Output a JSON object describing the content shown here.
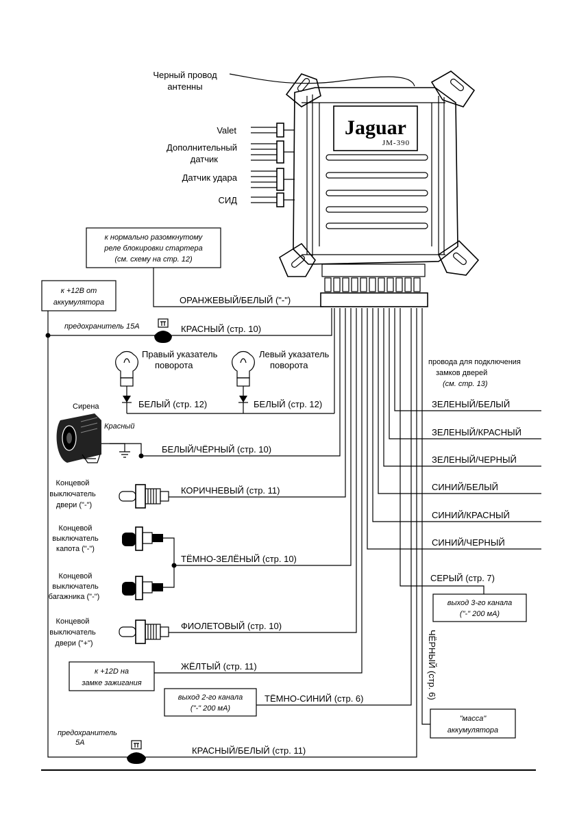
{
  "unit": {
    "brand": "Jaguar",
    "model": "JM-390",
    "antenna": [
      "Черный провод",
      "антенны"
    ]
  },
  "left_connectors": {
    "valet": "Valet",
    "extra_sensor": [
      "Дополнительный",
      "датчик"
    ],
    "shock_sensor": "Датчик удара",
    "led": "СИД"
  },
  "notes": {
    "starter_relay": [
      "к нормально разомкнутому",
      "реле блокировки стартера",
      "(см. схему на стр. 12)"
    ],
    "battery_plus": [
      "к +12В от",
      "аккумулятора"
    ],
    "fuse_15": "предохранитель 15А",
    "fuse_5": [
      "предохранитель",
      "5А"
    ],
    "right_turn": [
      "Правый указатель",
      "поворота"
    ],
    "left_turn": [
      "Левый указатель",
      "поворота"
    ],
    "siren": "Сирена",
    "siren_red": "Красный",
    "door_locks": [
      "провода для подключения",
      "замков дверей",
      "(см. стр. 13)"
    ],
    "door_minus": [
      "Концевой",
      "выключатель",
      "двери (\"-\")"
    ],
    "hood": [
      "Концевой",
      "выключатель",
      "капота (\"-\")"
    ],
    "trunk": [
      "Концевой",
      "выключатель",
      "багажника (\"-\")"
    ],
    "door_plus": [
      "Концевой",
      "выключатель",
      "двери (\"+\")"
    ],
    "ignition": [
      "к +12D на",
      "замке зажигания"
    ],
    "ch2": [
      "выход 2-го канала",
      "(\"-\" 200 мА)"
    ],
    "ch3": [
      "выход 3-го канала",
      "(\"-\" 200 мА)"
    ],
    "ground": [
      "\"масса\"",
      "аккумулятора"
    ]
  },
  "wires": {
    "orange_white": "ОРАНЖЕВЫЙ/БЕЛЫЙ (\"-\")",
    "red": "КРАСНЫЙ (стр. 10)",
    "white_right": "БЕЛЫЙ (стр. 12)",
    "white_left": "БЕЛЫЙ (стр. 12)",
    "white_black": "БЕЛЫЙ/ЧЁРНЫЙ (стр. 10)",
    "brown": "КОРИЧНЕВЫЙ (стр. 11)",
    "dark_green": "ТЁМНО-ЗЕЛЁНЫЙ (стр. 10)",
    "violet": "ФИОЛЕТОВЫЙ (стр. 10)",
    "yellow": "ЖЁЛТЫЙ (стр. 11)",
    "dark_blue": "ТЁМНО-СИНИЙ (стр. 6)",
    "red_white": "КРАСНЫЙ/БЕЛЫЙ (стр. 11)",
    "grey": "СЕРЫЙ (стр. 7)",
    "black": "ЧЁРНЫЙ (стр. 6)"
  },
  "door_lock_wires": {
    "green_white": "ЗЕЛЕНЫЙ/БЕЛЫЙ",
    "green_red": "ЗЕЛЕНЫЙ/КРАСНЫЙ",
    "green_black": "ЗЕЛЕНЫЙ/ЧЕРНЫЙ",
    "blue_white": "СИНИЙ/БЕЛЫЙ",
    "blue_red": "СИНИЙ/КРАСНЫЙ",
    "blue_black": "СИНИЙ/ЧЕРНЫЙ"
  }
}
